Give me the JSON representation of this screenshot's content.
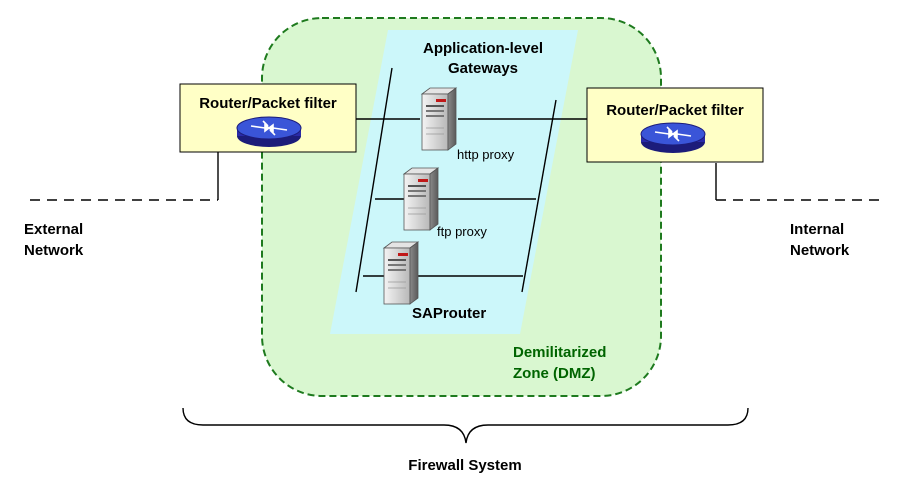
{
  "dmz": {
    "label_line1": "Demilitarized",
    "label_line2": "Zone (DMZ)",
    "fill_color": "#d9f7d0",
    "border_color": "#1e7a1e"
  },
  "gateways": {
    "title_line1": "Application-level",
    "title_line2": "Gateways",
    "fill_color": "#ccf7fa",
    "proxies": [
      {
        "label": "http proxy",
        "icon": "server-icon"
      },
      {
        "label": "ftp proxy",
        "icon": "server-icon"
      },
      {
        "label": "SAProuter",
        "icon": "server-icon"
      }
    ]
  },
  "routers": {
    "external": {
      "label": "Router/Packet filter",
      "icon": "router-icon"
    },
    "internal": {
      "label": "Router/Packet filter",
      "icon": "router-icon"
    },
    "box_color": "#ffffc6"
  },
  "networks": {
    "external": {
      "line1": "External",
      "line2": "Network"
    },
    "internal": {
      "line1": "Internal",
      "line2": "Network"
    }
  },
  "firewall": {
    "label": "Firewall System"
  }
}
